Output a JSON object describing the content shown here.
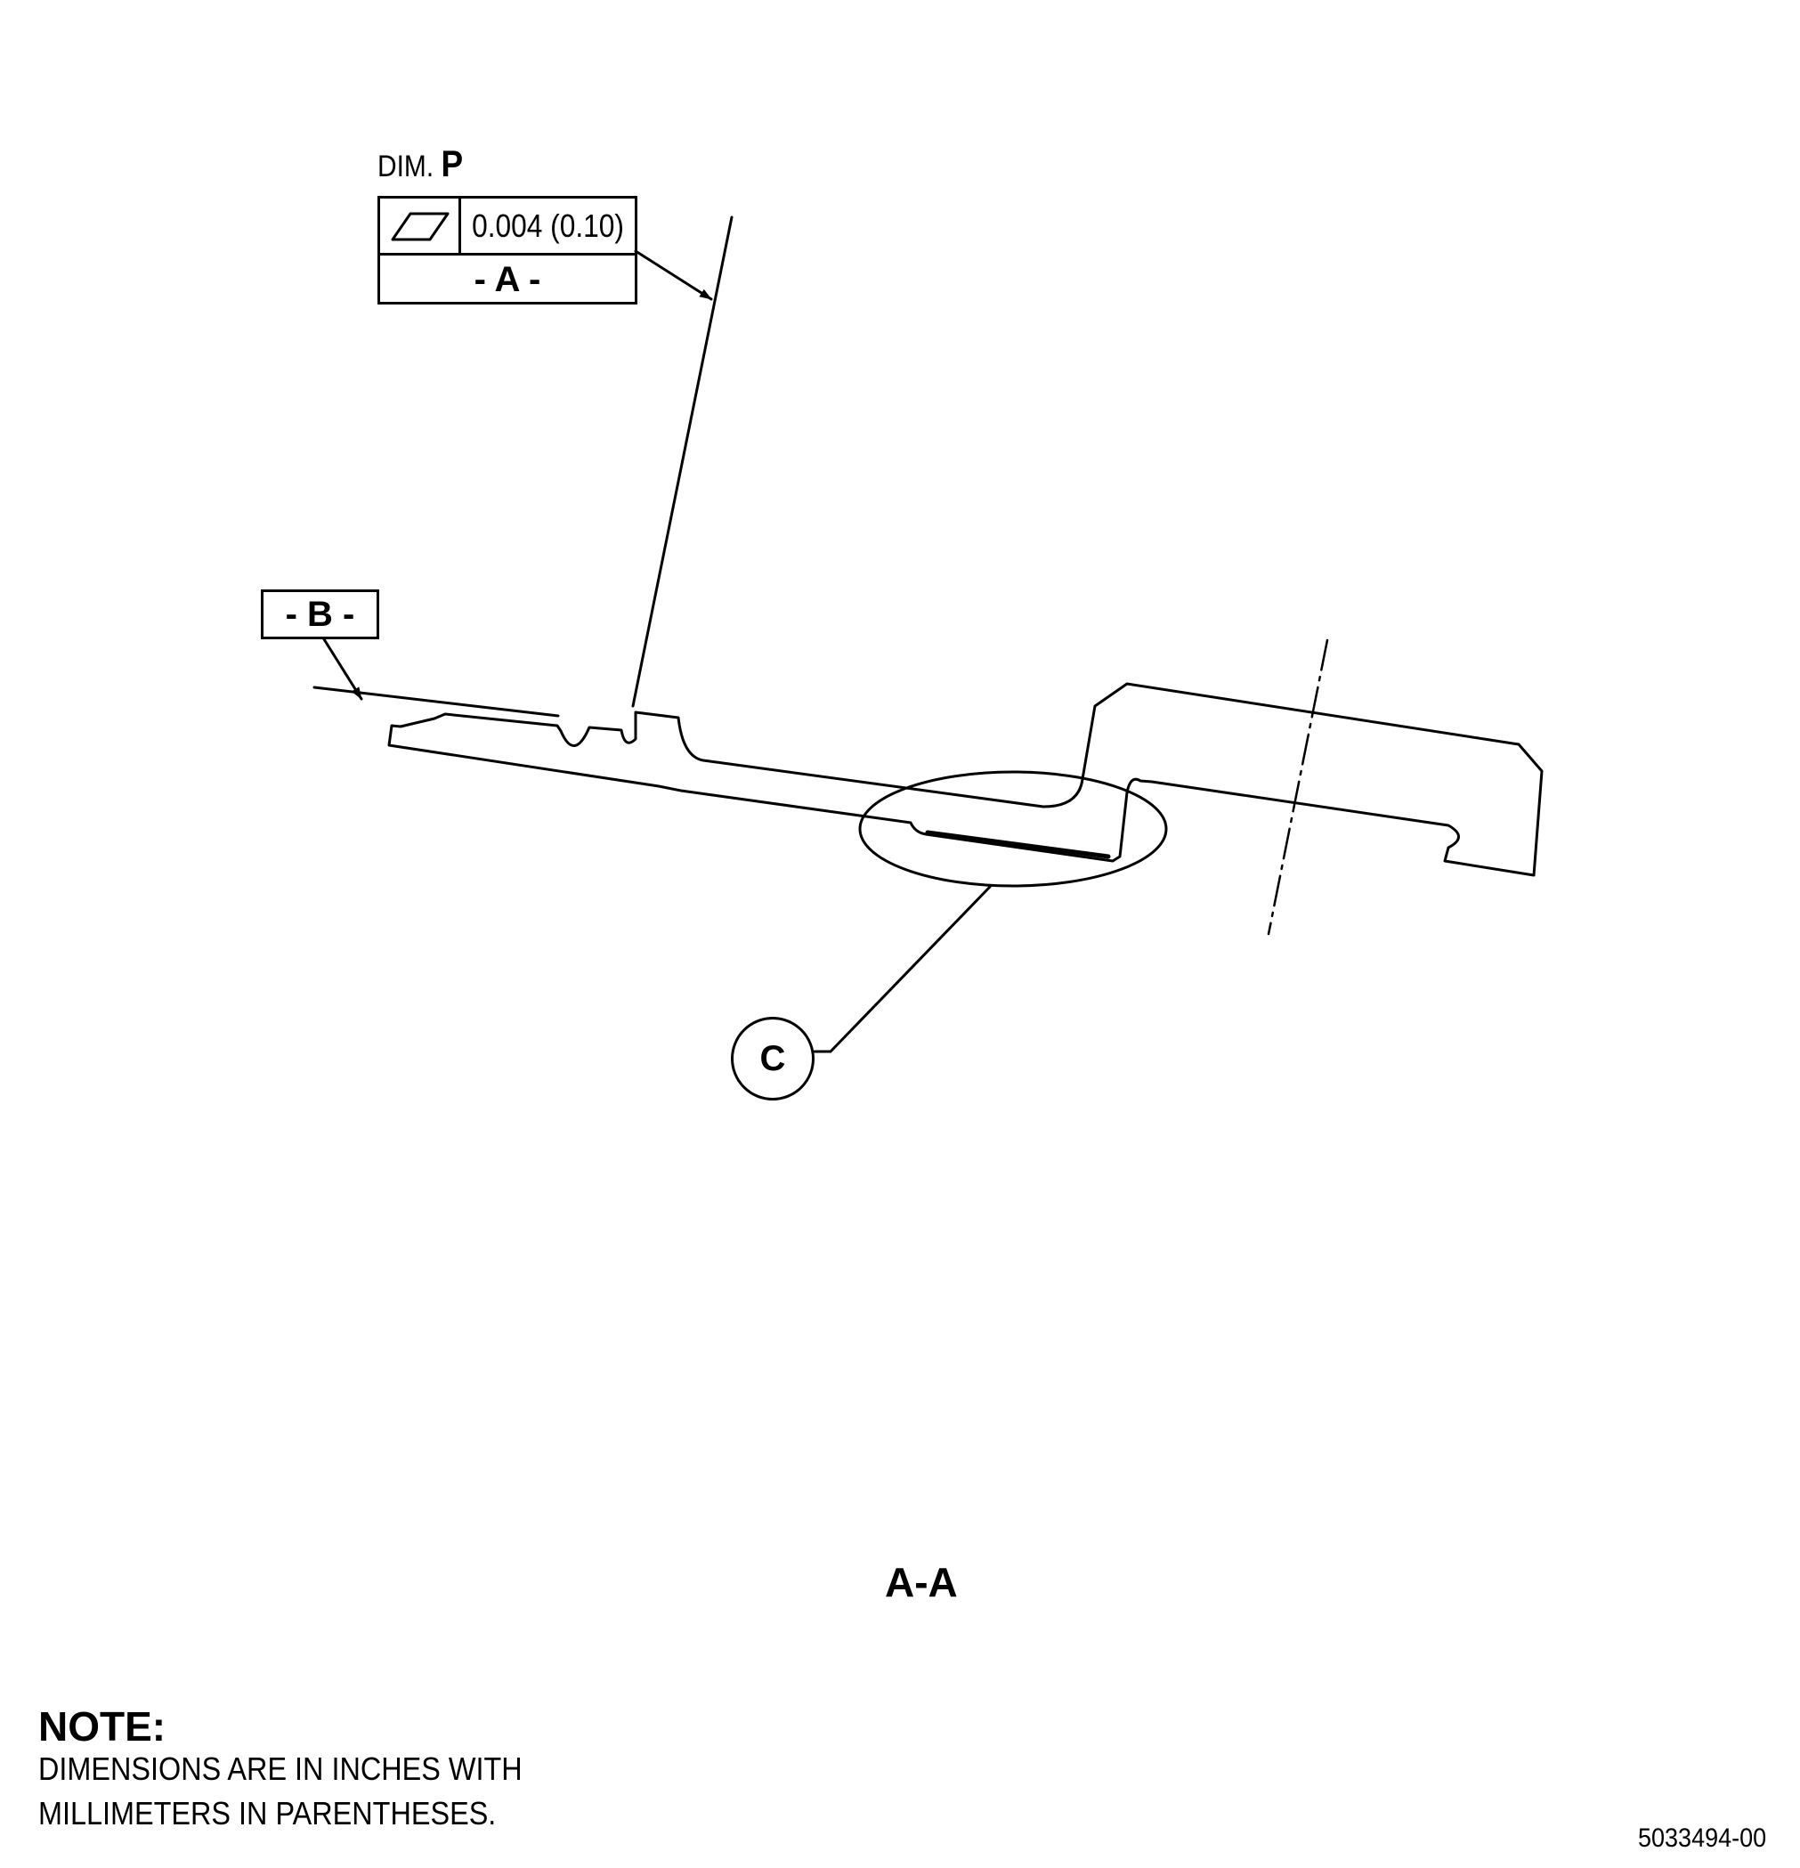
{
  "dim_label": {
    "prefix": "DIM.",
    "letter": "P"
  },
  "feature_control_frame": {
    "symbol": "flatness-icon",
    "tolerance": "0.004 (0.10)",
    "datum": "- A -"
  },
  "datum_b": "- B -",
  "balloon_c": "C",
  "section_label": "A-A",
  "note": {
    "title": "NOTE:",
    "line1": "DIMENSIONS ARE IN INCHES WITH",
    "line2": "MILLIMETERS IN PARENTHESES."
  },
  "figure_number": "5033494-00"
}
